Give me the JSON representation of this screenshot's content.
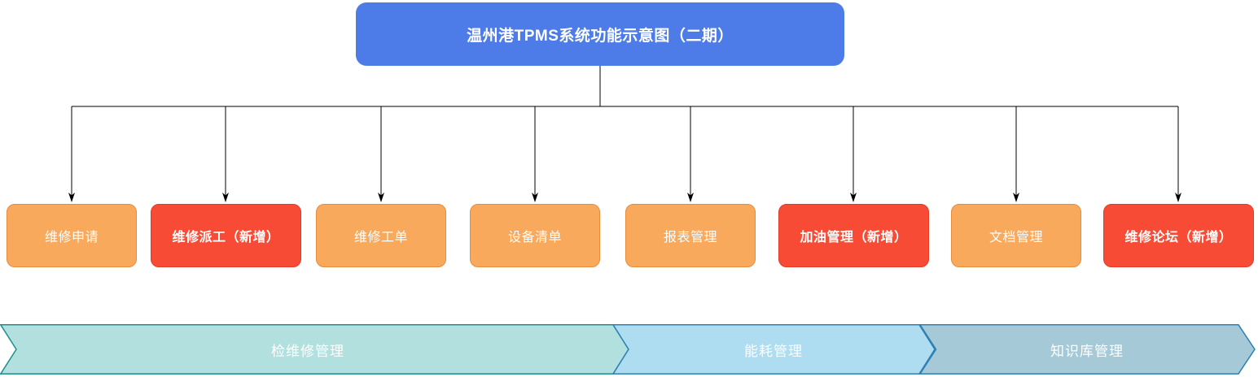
{
  "title": {
    "label": "温州港TPMS系统功能示意图（二期）"
  },
  "nodes": [
    {
      "label": "维修申请",
      "type": "existing"
    },
    {
      "label": "维修派工（新增）",
      "type": "new"
    },
    {
      "label": "维修工单",
      "type": "existing"
    },
    {
      "label": "设备清单",
      "type": "existing"
    },
    {
      "label": "报表管理",
      "type": "existing"
    },
    {
      "label": "加油管理（新增）",
      "type": "new"
    },
    {
      "label": "文档管理",
      "type": "existing"
    },
    {
      "label": "维修论坛（新增）",
      "type": "new"
    }
  ],
  "banners": [
    {
      "label": "检维修管理",
      "fill": "#b2e0df",
      "border": "#1f8e8e"
    },
    {
      "label": "能耗管理",
      "fill": "#aedcf0",
      "border": "#2e80b5"
    },
    {
      "label": "知识库管理",
      "fill": "#a6c9d8",
      "border": "#2e80b5"
    }
  ],
  "colors": {
    "title_fill": "#4d7ce8",
    "node_existing_fill": "#f9a95c",
    "node_existing_border": "#e78b3d",
    "node_new_fill": "#f74b36",
    "node_new_border": "#e23b28",
    "connector": "#000000",
    "text": "#ffffff"
  }
}
